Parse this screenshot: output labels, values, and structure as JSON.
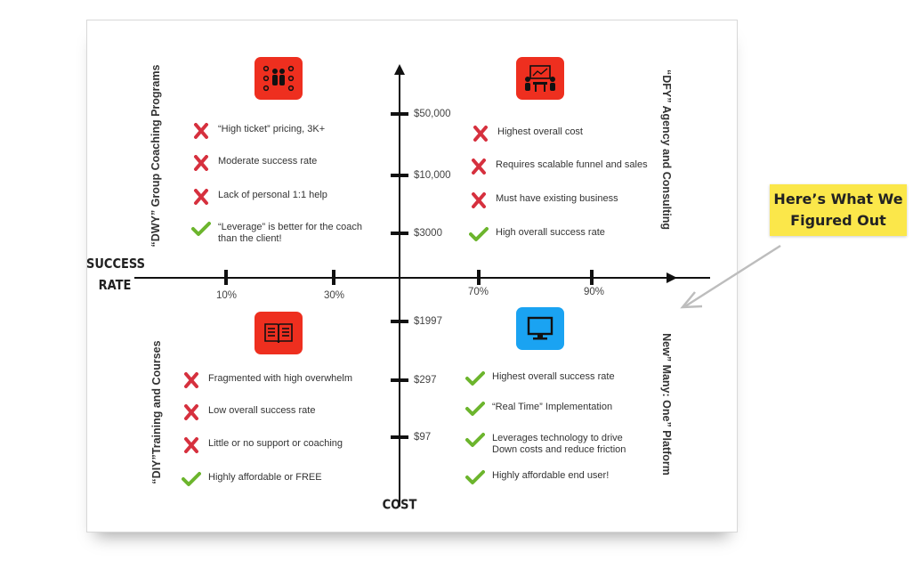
{
  "axes": {
    "x_title_line1": "SUCCESS",
    "x_title_line2": "RATE",
    "y_title": "COST",
    "x_ticks": [
      "10%",
      "30%",
      "70%",
      "90%"
    ],
    "y_ticks_upper": [
      "$50,000",
      "$10,000",
      "$3000"
    ],
    "y_ticks_lower": [
      "$1997",
      "$297",
      "$97"
    ]
  },
  "quadrants": {
    "top_left": {
      "title": "“DWY” Group Coaching Programs",
      "icon": "group-coaching-icon",
      "icon_color": "#ee2f1f",
      "items": [
        {
          "mark": "cross",
          "text": "“High ticket” pricing, 3K+"
        },
        {
          "mark": "cross",
          "text": "Moderate success rate"
        },
        {
          "mark": "cross",
          "text": "Lack of personal 1:1 help"
        },
        {
          "mark": "check",
          "text": "“Leverage” is better for the coach than the client!"
        }
      ]
    },
    "top_right": {
      "title": "“DFY” Agency and Consulting",
      "icon": "agency-meeting-icon",
      "icon_color": "#ee2f1f",
      "items": [
        {
          "mark": "cross",
          "text": "Highest overall cost"
        },
        {
          "mark": "cross",
          "text": "Requires scalable funnel and sales"
        },
        {
          "mark": "cross",
          "text": "Must have existing business"
        },
        {
          "mark": "check",
          "text": "High overall success rate"
        }
      ]
    },
    "bottom_left": {
      "title": "“DIY”Training and Courses",
      "icon": "open-book-icon",
      "icon_color": "#ee2f1f",
      "items": [
        {
          "mark": "cross",
          "text": "Fragmented with high overwhelm"
        },
        {
          "mark": "cross",
          "text": "Low overall success rate"
        },
        {
          "mark": "cross",
          "text": "Little or no support or coaching"
        },
        {
          "mark": "check",
          "text": "Highly affordable or FREE"
        }
      ]
    },
    "bottom_right": {
      "title": "New” Many: One” Platform",
      "icon": "monitor-icon",
      "icon_color": "#1aa3f2",
      "items": [
        {
          "mark": "check",
          "text": "Highest overall success rate"
        },
        {
          "mark": "check",
          "text": "“Real Time” Implementation"
        },
        {
          "mark": "check",
          "text": "Leverages technology to drive Down costs and reduce friction"
        },
        {
          "mark": "check",
          "text": "Highly affordable end user!"
        }
      ]
    }
  },
  "callout": {
    "line1": "Here’s What We",
    "line2": "Figured Out",
    "color": "#fbe74a"
  },
  "colors": {
    "cross": "#d6303e",
    "check": "#6cb52d"
  }
}
